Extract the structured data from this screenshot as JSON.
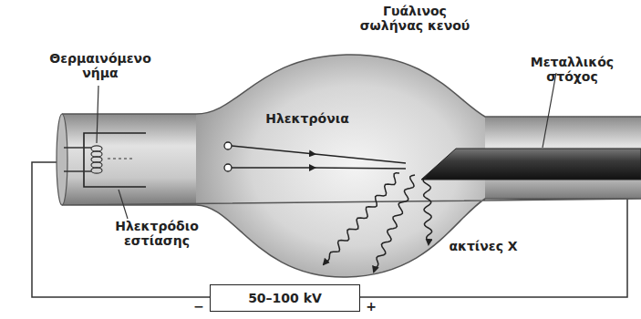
{
  "diagram": {
    "nodes": [
      {
        "text": [
          "50–100 kV"
        ]
      }
    ],
    "labels": [
      "Γυάλινος σωλήνας κενού",
      "Θερμαινόμενο νήμα",
      "Μεταλλικός στόχος",
      "Ηλεκτρόνια",
      "Ηλεκτρόδιο εστίασης",
      "ακτίνες X",
      "−",
      "+"
    ]
  }
}
